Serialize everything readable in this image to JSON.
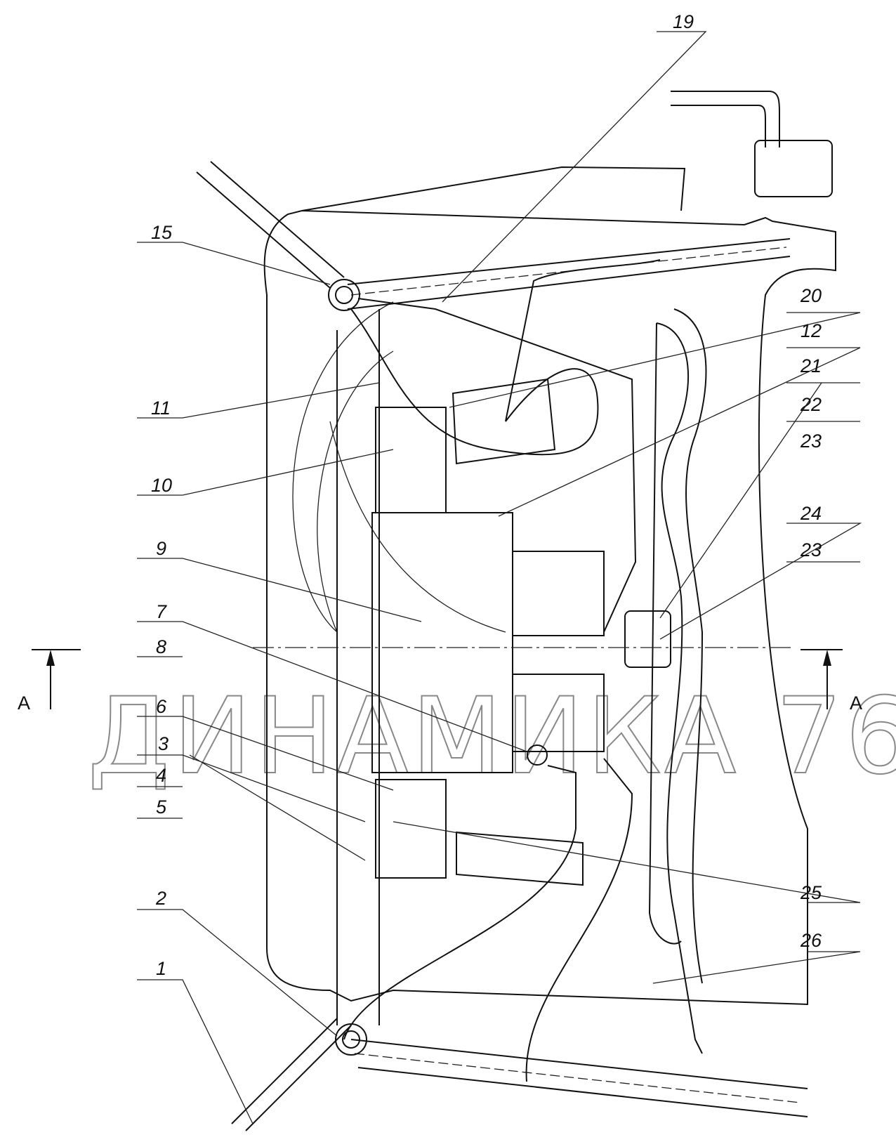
{
  "watermark": "ДИНАМИКА 76",
  "section_marks": {
    "left": "A",
    "right": "A"
  },
  "callouts": {
    "c19": "19",
    "c15": "15",
    "c20": "20",
    "c12": "12",
    "c21": "21",
    "c22": "22",
    "c23a": "23",
    "c11": "11",
    "c10": "10",
    "c24": "24",
    "c23b": "23",
    "c9": "9",
    "c7": "7",
    "c8": "8",
    "c6": "6",
    "c3": "3",
    "c4": "4",
    "c5": "5",
    "c25": "25",
    "c2": "2",
    "c26": "26",
    "c1": "1"
  }
}
